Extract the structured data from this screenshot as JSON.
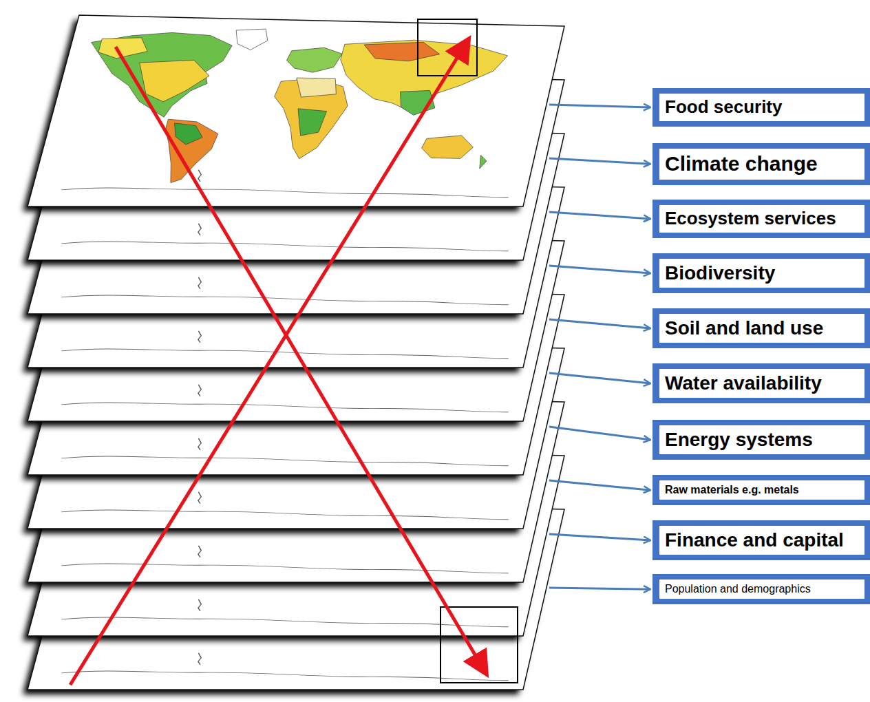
{
  "diagram": {
    "nodes": [
      {
        "text": [
          "Food security"
        ]
      },
      {
        "text": [
          "Climate change"
        ]
      },
      {
        "text": [
          "Ecosystem services"
        ]
      },
      {
        "text": [
          "Biodiversity"
        ]
      },
      {
        "text": [
          "Soil and land use"
        ]
      },
      {
        "text": [
          "Water availability"
        ]
      },
      {
        "text": [
          "Energy systems"
        ]
      },
      {
        "text": [
          "Raw materials e.g. metals"
        ]
      },
      {
        "text": [
          "Finance and capital"
        ]
      },
      {
        "text": [
          "Population and demographics"
        ]
      }
    ]
  }
}
